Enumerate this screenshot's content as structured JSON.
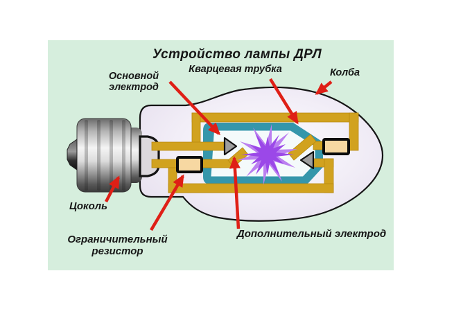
{
  "diagram": {
    "title": "Устройство лампы ДРЛ",
    "labels": {
      "quartz_tube": "Кварцевая трубка",
      "main_electrode": "Основной электрод",
      "bulb": "Колба",
      "base": "Цоколь",
      "limiting_resistor": "Ограничительный резистор",
      "additional_electrode": "Дополнительный электрод"
    },
    "colors": {
      "background_panel": "#d6eedd",
      "wire_gold": "#d1a21f",
      "tube_teal": "#3596ab",
      "tube_inner": "#f4fafb",
      "arc_purple": "#9b48e8",
      "arc_purple_light": "#bb80f0",
      "arrow_red": "#df1f16",
      "resistor_fill": "#f7d8a2",
      "electrode_gray": "#9e9e9e",
      "bulb_glass": "#ece7f3",
      "text": "#171717"
    }
  }
}
